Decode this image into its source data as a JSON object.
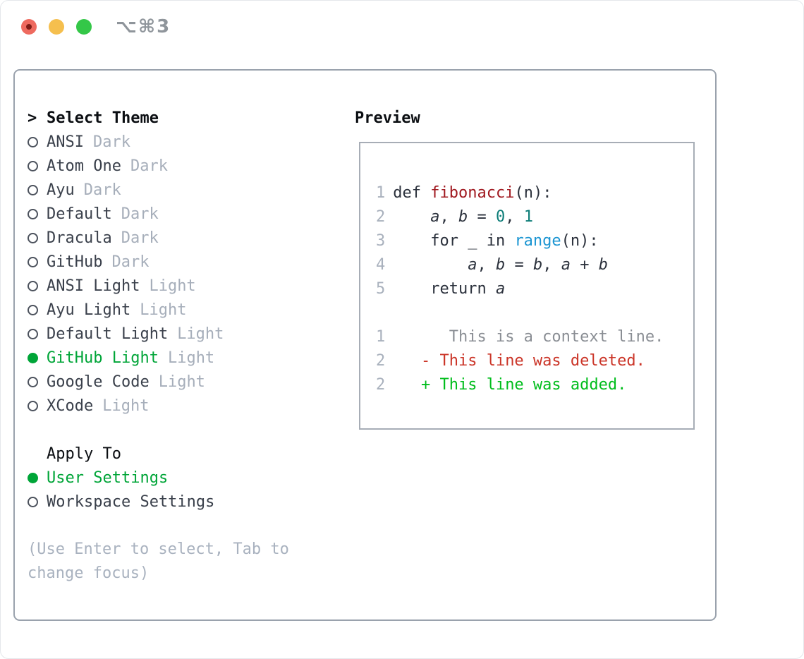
{
  "window": {
    "shortcut_label": "⌥⌘3"
  },
  "theme_picker": {
    "prompt": ">",
    "header": "Select Theme",
    "items": [
      {
        "name": "ANSI",
        "variant": "Dark",
        "selected": false
      },
      {
        "name": "Atom One",
        "variant": "Dark",
        "selected": false
      },
      {
        "name": "Ayu",
        "variant": "Dark",
        "selected": false
      },
      {
        "name": "Default",
        "variant": "Dark",
        "selected": false
      },
      {
        "name": "Dracula",
        "variant": "Dark",
        "selected": false
      },
      {
        "name": "GitHub",
        "variant": "Dark",
        "selected": false
      },
      {
        "name": "ANSI Light",
        "variant": "Light",
        "selected": false
      },
      {
        "name": "Ayu Light",
        "variant": "Light",
        "selected": false
      },
      {
        "name": "Default Light",
        "variant": "Light",
        "selected": false
      },
      {
        "name": "GitHub Light",
        "variant": "Light",
        "selected": true
      },
      {
        "name": "Google Code",
        "variant": "Light",
        "selected": false
      },
      {
        "name": "XCode",
        "variant": "Light",
        "selected": false
      }
    ]
  },
  "apply_to": {
    "header": "Apply To",
    "items": [
      {
        "label": "User Settings",
        "selected": true
      },
      {
        "label": "Workspace Settings",
        "selected": false
      }
    ]
  },
  "hint": "(Use Enter to select, Tab to change focus)",
  "preview": {
    "header": "Preview",
    "lines": [
      {
        "num": "1",
        "segments": [
          {
            "t": "def ",
            "s": "plain"
          },
          {
            "t": "fibonacci",
            "s": "function"
          },
          {
            "t": "(n):",
            "s": "plain"
          }
        ]
      },
      {
        "num": "2",
        "segments": [
          {
            "t": "    ",
            "s": "plain"
          },
          {
            "t": "a",
            "s": "variable"
          },
          {
            "t": ", ",
            "s": "plain"
          },
          {
            "t": "b",
            "s": "variable"
          },
          {
            "t": " = ",
            "s": "plain"
          },
          {
            "t": "0",
            "s": "number"
          },
          {
            "t": ", ",
            "s": "plain"
          },
          {
            "t": "1",
            "s": "number"
          }
        ]
      },
      {
        "num": "3",
        "segments": [
          {
            "t": "    for _ in ",
            "s": "plain"
          },
          {
            "t": "range",
            "s": "builtin"
          },
          {
            "t": "(n):",
            "s": "plain"
          }
        ]
      },
      {
        "num": "4",
        "segments": [
          {
            "t": "        ",
            "s": "plain"
          },
          {
            "t": "a",
            "s": "variable"
          },
          {
            "t": ", ",
            "s": "plain"
          },
          {
            "t": "b",
            "s": "variable"
          },
          {
            "t": " = ",
            "s": "plain"
          },
          {
            "t": "b",
            "s": "variable"
          },
          {
            "t": ", ",
            "s": "plain"
          },
          {
            "t": "a",
            "s": "variable"
          },
          {
            "t": " + ",
            "s": "plain"
          },
          {
            "t": "b",
            "s": "variable"
          }
        ]
      },
      {
        "num": "5",
        "segments": [
          {
            "t": "    return ",
            "s": "plain"
          },
          {
            "t": "a",
            "s": "variable"
          }
        ]
      },
      {
        "num": "",
        "segments": []
      },
      {
        "num": "1",
        "segments": [
          {
            "t": "      This is a context line.",
            "s": "context"
          }
        ]
      },
      {
        "num": "2",
        "segments": [
          {
            "t": "   - This line was deleted.",
            "s": "deleted"
          }
        ]
      },
      {
        "num": "2",
        "segments": [
          {
            "t": "   + This line was added.",
            "s": "added"
          }
        ]
      }
    ]
  },
  "colors": {
    "selected_green": "#00a538",
    "added_green": "#00bd1c",
    "deleted_red": "#cb3528",
    "function_red": "#a0181f",
    "number_teal": "#0d7d78",
    "builtin_blue": "#1b95d2",
    "context_gray": "#8a8e94",
    "item_text": "#3a404b",
    "variant_text": "#a6aeba",
    "hint_text": "#a9b2bf",
    "panel_border": "#9aa2ad",
    "preview_border": "#a7adb6",
    "traffic_red": "#ee6a5f",
    "traffic_yellow": "#f5bf4e",
    "traffic_green": "#34c748"
  }
}
